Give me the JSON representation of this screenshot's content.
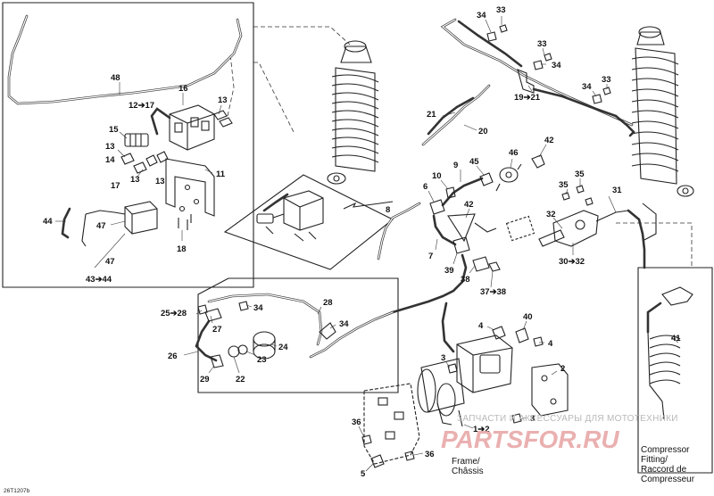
{
  "labels": {
    "l48": "48",
    "l16": "16",
    "l12_17": "12➔17",
    "l13a": "13",
    "l15": "15",
    "l13b": "13",
    "l14": "14",
    "l17": "17",
    "l13c": "13",
    "l13d": "13",
    "l11": "11",
    "l44": "44",
    "l47a": "47",
    "l18": "18",
    "l47b": "47",
    "l43_44": "43➔44",
    "l34a": "34",
    "l33a": "33",
    "l33b": "33",
    "l34b": "34",
    "l19_21": "19➔21",
    "l34c": "34",
    "l33c": "33",
    "l21": "21",
    "l20": "20",
    "l42a": "42",
    "l46": "46",
    "l45": "45",
    "l9": "9",
    "l6": "6",
    "l10": "10",
    "l42b": "42",
    "l8": "8",
    "l35a": "35",
    "l35b": "35",
    "l31": "31",
    "l32": "32",
    "l30_32": "30➔32",
    "l7": "7",
    "l39": "39",
    "l38": "38",
    "l37_38": "37➔38",
    "l28": "28",
    "l25_28": "25➔28",
    "l34d": "34",
    "l27": "27",
    "l34e": "34",
    "l24": "24",
    "l26": "26",
    "l23": "23",
    "l29": "29",
    "l22": "22",
    "l4a": "4",
    "l40": "40",
    "l4b": "4",
    "l3a": "3",
    "l2": "2",
    "l3b": "3",
    "l1_2": "1➔2",
    "l36a": "36",
    "l36b": "36",
    "l5": "5",
    "l41": "41"
  },
  "notes": {
    "frame_1": "Frame/",
    "frame_2": "Châssis",
    "comp_1": "Compressor",
    "comp_2": "Fitting/",
    "comp_3": "Raccord de",
    "comp_4": "Compresseur"
  },
  "footer": {
    "code": "26T1207b"
  },
  "watermark": {
    "line1": "ЗАПЧАСТИ И АКСЕССУАРЫ ДЛЯ МОТОТЕХНИКИ",
    "line2": "PARTSFOR.RU"
  }
}
